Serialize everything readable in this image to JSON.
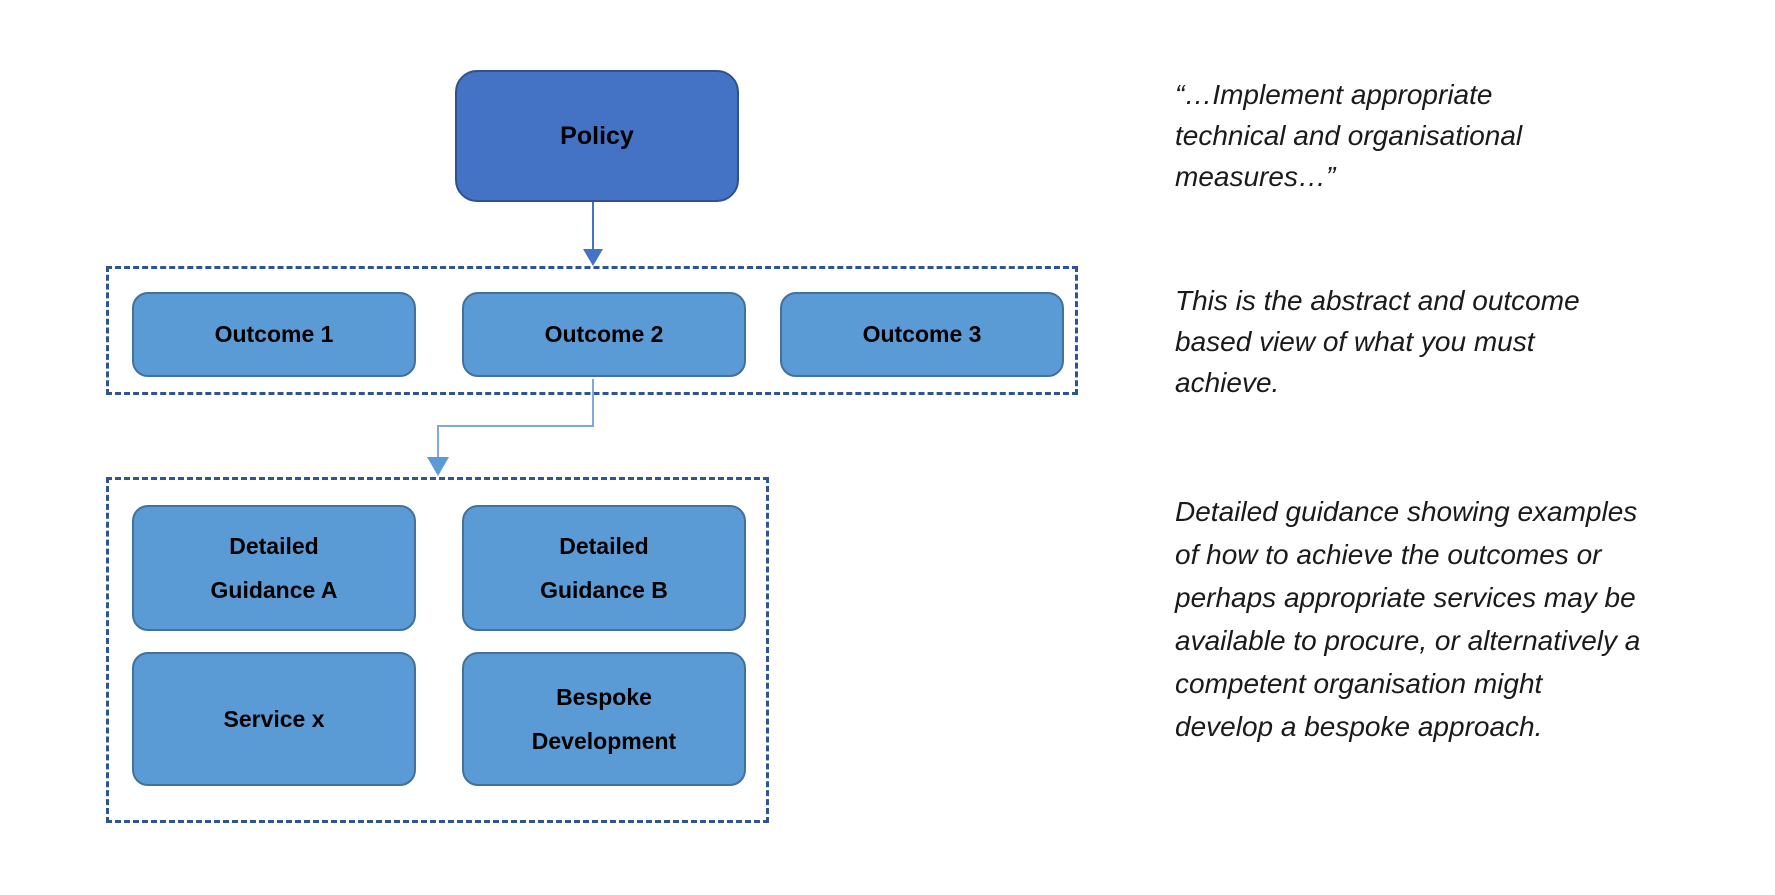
{
  "diagram": {
    "policy": {
      "label": "Policy"
    },
    "outcomes": [
      {
        "label": "Outcome 1"
      },
      {
        "label": "Outcome 2"
      },
      {
        "label": "Outcome 3"
      }
    ],
    "guidance": [
      {
        "lines": [
          "Detailed",
          "Guidance A"
        ]
      },
      {
        "lines": [
          "Detailed",
          "Guidance B"
        ]
      },
      {
        "lines": [
          "Service x"
        ]
      },
      {
        "lines": [
          "Bespoke",
          "Development"
        ]
      }
    ]
  },
  "annotations": {
    "quote": {
      "lines": [
        "“…Implement appropriate",
        "technical and organisational",
        "measures…”"
      ]
    },
    "outcomes_note": {
      "lines": [
        "This is the abstract and outcome",
        "based view of what you must",
        "achieve."
      ]
    },
    "guidance_note": {
      "lines": [
        "Detailed guidance showing examples",
        "of how to achieve the outcomes or",
        "perhaps appropriate services may be",
        "available to procure, or alternatively a",
        "competent organisation might",
        "develop a bespoke approach."
      ]
    }
  },
  "colors": {
    "policy_fill": "#4472C4",
    "policy_border": "#2F528F",
    "sub_box_fill": "#5B9BD5",
    "sub_box_border": "#41719C",
    "dashed_group_border": "#2F5496",
    "policy_connector": "#4472C4",
    "elbow_connector_line": "#7FA8DC",
    "elbow_connector_head": "#5B9BD5"
  }
}
